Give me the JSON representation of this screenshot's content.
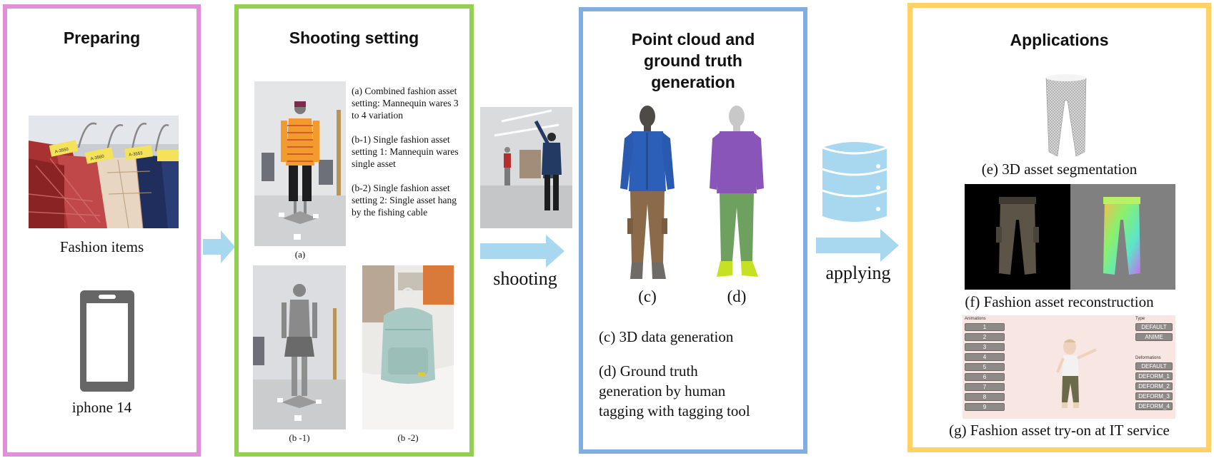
{
  "panels": {
    "preparing": {
      "title": "Preparing",
      "fashion_caption": "Fashion items",
      "phone_caption": "iphone 14",
      "tags": [
        "A-3550",
        "A-3560",
        "A-3553"
      ]
    },
    "shooting_setting": {
      "title": "Shooting setting",
      "desc_a": "(a) Combined fashion asset setting: Mannequin wares 3 to 4 variation",
      "desc_b1": "(b-1) Single fashion asset setting 1: Mannequin wares single asset",
      "desc_b2": "(b-2) Single fashion asset setting 2: Single asset hang by the fishing cable",
      "label_a": "(a)",
      "label_b1": "(b -1)",
      "label_b2": "(b -2)"
    },
    "point_cloud": {
      "title_line1": "Point cloud and",
      "title_line2": "ground truth",
      "title_line3": "generation",
      "label_c": "(c)",
      "label_d": "(d)",
      "desc_c": "(c) 3D data generation",
      "desc_d_line1": "(d) Ground truth",
      "desc_d_line2": "generation by human",
      "desc_d_line3": "tagging with tagging tool"
    },
    "applications": {
      "title": "Applications",
      "caption_e": "(e) 3D asset segmentation",
      "caption_f": "(f)  Fashion asset reconstruction",
      "caption_g": "(g) Fashion asset try-on at IT service",
      "ui": {
        "animations_label": "Animations",
        "animation_buttons": [
          "1",
          "2",
          "3",
          "4",
          "5",
          "6",
          "7",
          "8",
          "9"
        ],
        "type_label": "Type",
        "type_buttons": [
          "DEFAULT",
          "ANIME"
        ],
        "deformations_label": "Deformations",
        "deformation_buttons": [
          "DEFAULT",
          "DEFORM_1",
          "DEFORM_2",
          "DEFORM_3",
          "DEFORM_4"
        ]
      }
    }
  },
  "flow": {
    "shooting_label": "shooting",
    "applying_label": "applying"
  },
  "colors": {
    "preparing_border": "#e08fd8",
    "shooting_border": "#92d050",
    "point_cloud_border": "#7faee3",
    "applications_border": "#ffd166",
    "arrow": "#a7d8f0",
    "database": "#a7d8f0",
    "phone": "#666666"
  }
}
